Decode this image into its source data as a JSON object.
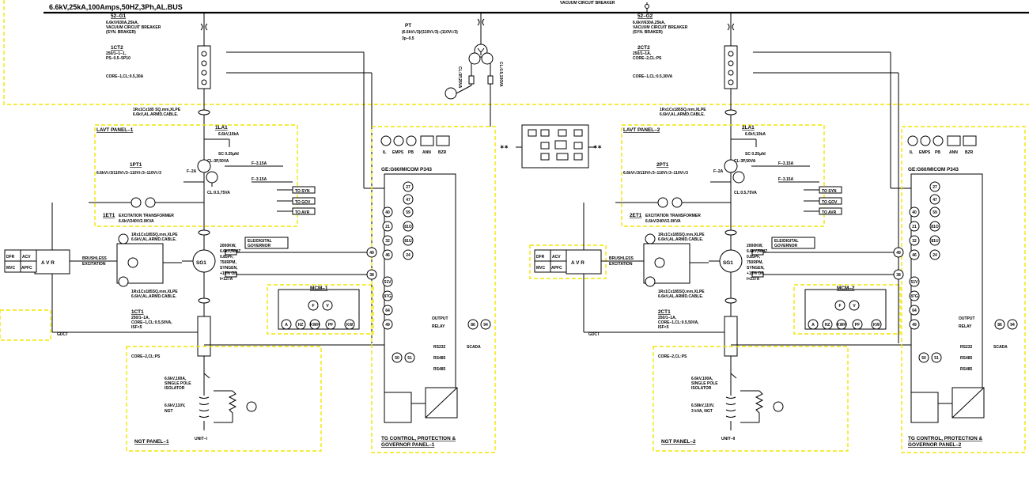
{
  "bus": {
    "label": "6.6kV,25kA,100Amps,50HZ,3Ph,AL.BUS",
    "vcb_label": "VACUUM CIRCUIT BREAKER"
  },
  "pt": {
    "tag": "PT",
    "rating": "(6.6kV/√3)/(110V/√3)–(110V/√3)",
    "phase": "3p–0.5",
    "cl1": "CL:0.5,100VA",
    "cl2": "CL:3P,25VA"
  },
  "control_desk": {
    "left_marks": "✶✶",
    "right_marks": "✶✶"
  },
  "units": [
    {
      "breaker_tag": "52–G1",
      "breaker_desc": [
        "6.6kV/630A,25kA,",
        "VACUUM CIRCUIT BREAKER",
        "(SYN. BRAKER)"
      ],
      "ct_tag": "1CT2",
      "ct_desc": [
        "250/1–1–1,",
        "PS–0.5–5P10"
      ],
      "ct_core": "CORE–1,CL:0.5,30A",
      "cable1": [
        "1Rx1Cx185 SQ.mm,XLPE",
        "6.6kV,AL.ARMD.CABLE."
      ],
      "lavt_panel": "LAVT PANEL–1",
      "la_tag": "1LA1",
      "la_desc": "6.6kV,10kA",
      "sc_label": "SC  0.25μfd",
      "cl_3p": "CL:3P,50VA",
      "fuse1": "F–3.15A",
      "fuse2": "F–3.15A",
      "fuse3": "F–2A",
      "pt_tag": "1PT1",
      "pt_desc": "6.6kV/√3/110V/√3–110V/√3–110V/√3",
      "cl_05": "CL:0.5,75VA",
      "to_syn": "TO SYN",
      "to_gov": "TO GOV",
      "to_avr": "TO AVR",
      "ext_tag": "1ET1",
      "ext_desc": [
        "EXCITATION TRANSFORMER",
        "6.6kV/240V/2.0KVA"
      ],
      "cable2": [
        "1Rx1Cx185SQ.mm,XLPE",
        "6.6kV,AL.ARMD.CABLE."
      ],
      "avr": {
        "dfr": "DFR",
        "acv": "ACV",
        "mvc": "MVC",
        "apfc": "APFC",
        "label": "A V R"
      },
      "brushless": [
        "BRUSHLESS",
        "EXCITATION"
      ],
      "gen_label": "SG1",
      "gen_rating": [
        "2000KW,",
        "6.6kV,50HZ",
        "0.85PF,",
        "750RPM,",
        "SYNGEN,",
        "+15% O/L",
        "I=127A"
      ],
      "gov_label": [
        "ELE/DIGITAL",
        "GOVERNOR"
      ],
      "cable3": [
        "1Rx1Cx185SQ.mm,XLPE",
        "6.6kV,AL.ARMD.CABLE."
      ],
      "meter_panel": "MCM–1",
      "ct2_tag": "1CT1",
      "ct2_desc": [
        "250/1–1A,",
        "CORE–1,CL:0.5,50VA,",
        "ISF<5"
      ],
      "core2": "CORE–2,CL:PS",
      "gdct": "GDCT",
      "iso_desc": [
        "6.6kV,100A,",
        "SINGLE POLE",
        "ISOLATOR"
      ],
      "ngt_desc": [
        "6.6kV,110V,",
        "NGT"
      ],
      "ngt_panel": "NGT PANEL–1",
      "unit_label": "UNIT–I",
      "relay_header": "GE:G60/MICOM P343",
      "ind": {
        "il": "IL",
        "emps": "EMPS",
        "pb": "PB",
        "ann": "ANN",
        "bzr": "BZR"
      },
      "relays": [
        "27",
        "47",
        "59",
        "81O",
        "81U",
        "24",
        "40",
        "21",
        "32",
        "46",
        "51V",
        "87G",
        "64",
        "49",
        "38",
        "50"
      ],
      "output_relay": [
        "OUTPUT",
        "RELAY"
      ],
      "trip": [
        "86",
        "94"
      ],
      "comms": [
        "RS232",
        "RS485",
        "RS485"
      ],
      "scada": "SCADA",
      "tg_panel": [
        "TG CONTROL, PROTECTION &",
        "GOVERNOR PANEL–1"
      ],
      "meters": [
        "A",
        "HZ",
        "KWH",
        "PF",
        "KW",
        "F",
        "V"
      ]
    },
    {
      "breaker_tag": "52–G2",
      "breaker_desc": [
        "6.6kV/630A,25kA,",
        "VACUUM CIRCUIT BREAKER",
        "(SYN. BRAKER)"
      ],
      "ct_tag": "2CT2",
      "ct_desc": [
        "250/1–1A,",
        "CORE–2,CL:PS"
      ],
      "ct_core": "CORE–1,CL:0.5,30VA",
      "cable1": [
        "1Rx1Cx185SQ.mm,XLPE",
        "6.6kV,AL.ARMD.CABLE."
      ],
      "lavt_panel": "LAVT PANEL–2",
      "la_tag": "2LA1",
      "la_desc": "6.6kV,10kA",
      "sc_label": "SC  0.25μfd",
      "cl_3p": "CL:3P,50VA",
      "fuse1": "F–3.15A",
      "fuse2": "F–3.15A",
      "fuse3": "F–2A",
      "pt_tag": "2PT1",
      "pt_desc": "6.6kV/√3/110V/√3–110V/√3–110V/√3",
      "cl_05": "CL:0.5,75VA",
      "to_syn": "TO SYN",
      "to_gov": "TO GOV",
      "to_avr": "TO AVR",
      "ext_tag": "2ET1",
      "ext_desc": [
        "EXCITATION TRANSFORMER",
        "6.6kV/240V/2.0KVA"
      ],
      "cable2": [
        "1Rx1Cx185SQ.mm,XLPE",
        "6.6kV,AL.ARMD.CABLE."
      ],
      "avr": {
        "dfr": "DFR",
        "acv": "ACV",
        "mvc": "MVC",
        "apfc": "APFC",
        "label": "A V R"
      },
      "brushless": [
        "BRUSHLESS",
        "EXCITATION"
      ],
      "gen_label": "SG1",
      "gen_rating": [
        "2000KW,",
        "6.6kV,50HZ",
        "0.85PF,",
        "750RPM,",
        "SYNGEN,",
        "+15% O/L",
        "I=237A"
      ],
      "gov_label": [
        "ELE/DIGITAL",
        "GOVERNOR"
      ],
      "cable3": [
        "1Rx1Cx185SQ.mm,XLPE",
        "6.6kV,AL.ARMD.CABLE."
      ],
      "meter_panel": "MCM–2",
      "ct2_tag": "2CT1",
      "ct2_desc": [
        "250/1–1A,",
        "CORE–1,CL:0.5,50VA,",
        "ISF<5"
      ],
      "core2": "CORE–2,CL:PS",
      "gdct": "GDCT",
      "iso_desc": [
        "6.6kV,100A,",
        "SINGLE POLE",
        "ISOLATOR"
      ],
      "ngt_desc": [
        "6.58kV,110V,",
        "3 kVA, NGT"
      ],
      "ngt_panel": "NGT PANEL–2",
      "unit_label": "UNIT–II",
      "relay_header": "GE:G60/MICOM P343",
      "ind": {
        "il": "IL",
        "emps": "EMPS",
        "pb": "PB",
        "ann": "ANN",
        "bzr": "BZR"
      },
      "relays": [
        "27",
        "47",
        "59",
        "81O",
        "81U",
        "24",
        "40",
        "21",
        "32",
        "46",
        "51V",
        "87G",
        "64",
        "49",
        "38",
        "50"
      ],
      "output_relay": [
        "OUTPUT",
        "RELAY"
      ],
      "trip": [
        "86",
        "94"
      ],
      "comms": [
        "RS232",
        "RS485",
        "RS485"
      ],
      "scada": "SCADA",
      "tg_panel": [
        "TG CONTROL, PROTECTION &",
        "GOVERNOR PANEL–2"
      ],
      "meters": [
        "A",
        "HZ",
        "KWH",
        "PF",
        "KW",
        "F",
        "V"
      ]
    }
  ]
}
